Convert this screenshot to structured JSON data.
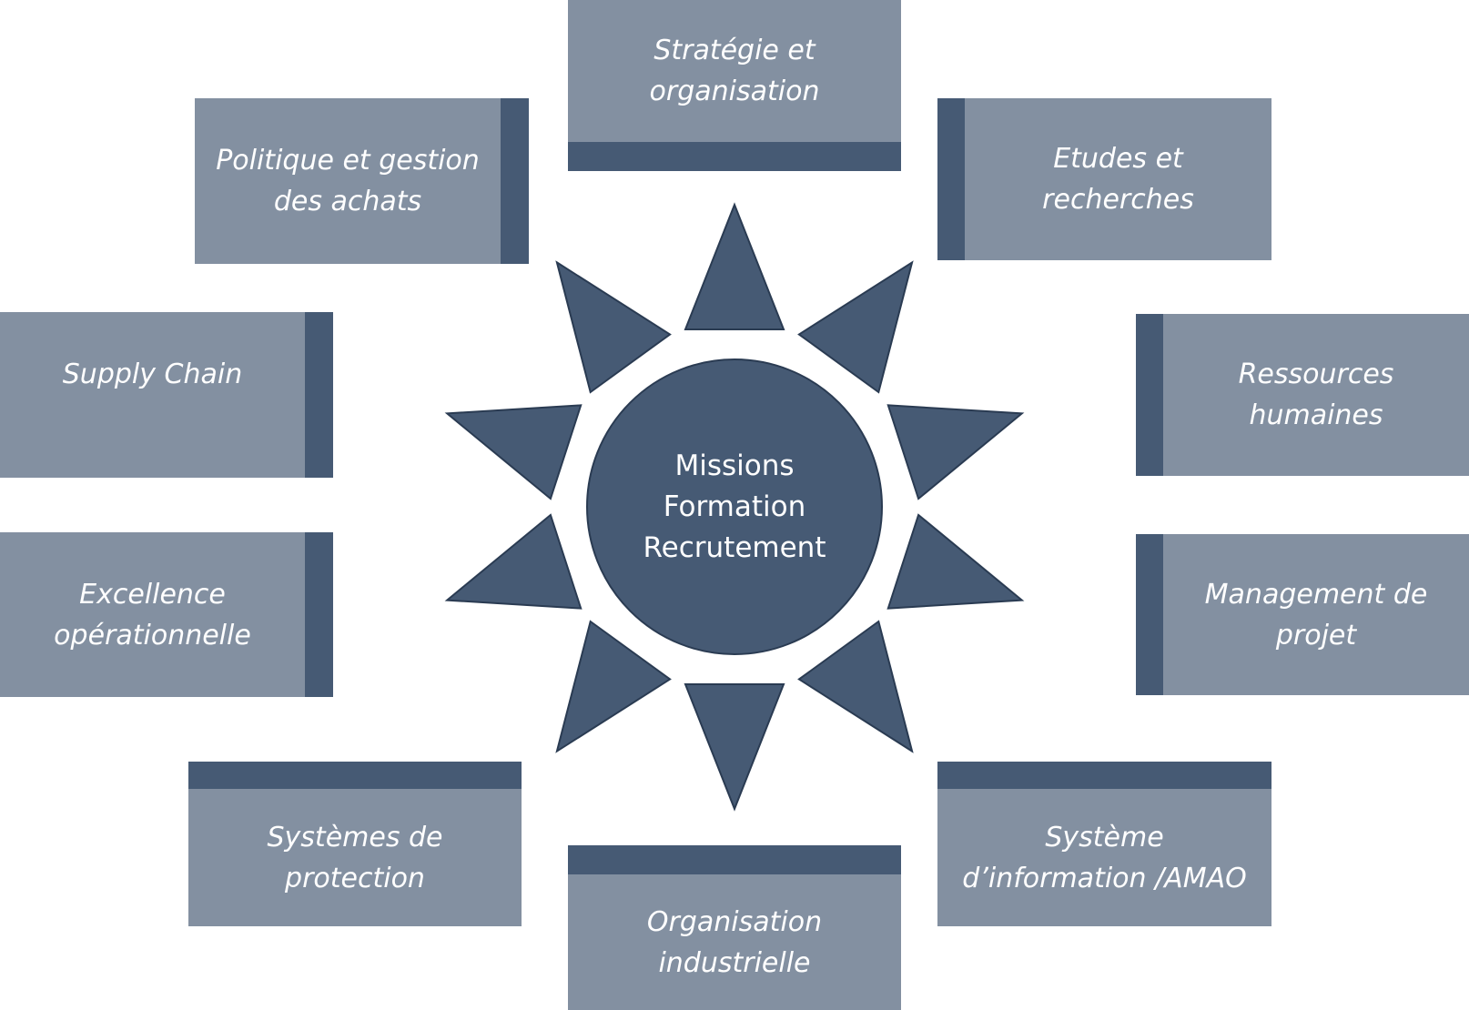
{
  "colors": {
    "box_fill": "#8390a1",
    "accent_dark": "#465a74",
    "outline": "#2a3b52",
    "text": "#ffffff"
  },
  "center": {
    "label": "Missions\nFormation\nRecrutement"
  },
  "boxes": [
    {
      "id": "strategie",
      "label": "Stratégie et\norganisation"
    },
    {
      "id": "etudes",
      "label": "Etudes et\nrecherches"
    },
    {
      "id": "rh",
      "label": "Ressources\nhumaines"
    },
    {
      "id": "management",
      "label": "Management de\nprojet"
    },
    {
      "id": "si",
      "label": "Système\nd’information /AMAO"
    },
    {
      "id": "orga-indus",
      "label": "Organisation\nindustrielle"
    },
    {
      "id": "protection",
      "label": "Systèmes de\nprotection"
    },
    {
      "id": "excellence",
      "label": "Excellence\nopérationnelle"
    },
    {
      "id": "supply",
      "label": "Supply Chain"
    },
    {
      "id": "achats",
      "label": "Politique et gestion\ndes achats"
    }
  ]
}
